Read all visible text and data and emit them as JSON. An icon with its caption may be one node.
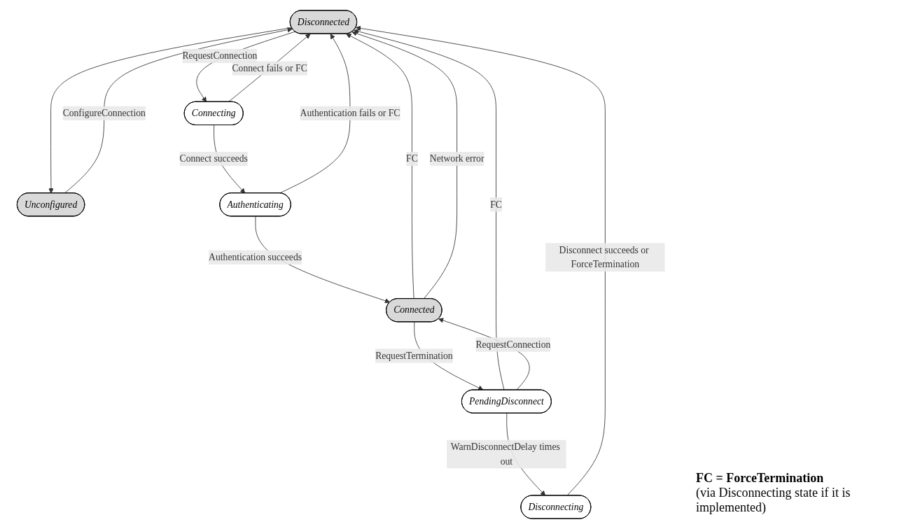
{
  "diagram": {
    "nodes": [
      {
        "text": [
          "Disconnected"
        ]
      },
      {
        "text": [
          "Unconfigured"
        ]
      },
      {
        "text": [
          "Disconnecting"
        ]
      },
      {
        "text": [
          "Connecting"
        ]
      },
      {
        "text": [
          "PendingDisconnect"
        ]
      },
      {
        "text": [
          "Connected"
        ]
      },
      {
        "text": [
          "Authenticating"
        ]
      }
    ],
    "edges": [
      {
        "from": 1,
        "to": 0,
        "arrow": "to",
        "label": "ConfigureConnection"
      },
      {
        "from": 0,
        "to": 1,
        "arrow": "to"
      },
      {
        "from": 2,
        "to": 0,
        "arrow": "to",
        "label": "Disconnect succeeds or ForceTermination"
      },
      {
        "from": 4,
        "to": 2,
        "arrow": "to",
        "label": "WarnDisconnectDelay times out"
      },
      {
        "from": 4,
        "to": 0,
        "arrow": "to",
        "label": "FC"
      },
      {
        "from": 5,
        "to": 0,
        "arrow": "to",
        "label": "FC"
      },
      {
        "from": 5,
        "to": 0,
        "arrow": "to",
        "label": "Network error"
      },
      {
        "from": 0,
        "to": 3,
        "arrow": "to",
        "label": "RequestConnection"
      },
      {
        "from": 3,
        "to": 0,
        "arrow": "to",
        "label": "Connect fails or FC"
      },
      {
        "from": 6,
        "to": 0,
        "arrow": "to",
        "label": "Authentication fails or FC"
      },
      {
        "from": 3,
        "to": 6,
        "arrow": "to",
        "label": "Connect succeeds"
      },
      {
        "from": 6,
        "to": 5,
        "arrow": "to",
        "label": "Authentication succeeds"
      },
      {
        "from": 4,
        "to": 5,
        "arrow": "to",
        "label": "RequestConnection"
      },
      {
        "from": 5,
        "to": 4,
        "arrow": "to",
        "label": "RequestTermination"
      }
    ],
    "labels": [
      "FC = ForceTermination",
      "(via Disconnecting state if it is implemented)"
    ]
  }
}
